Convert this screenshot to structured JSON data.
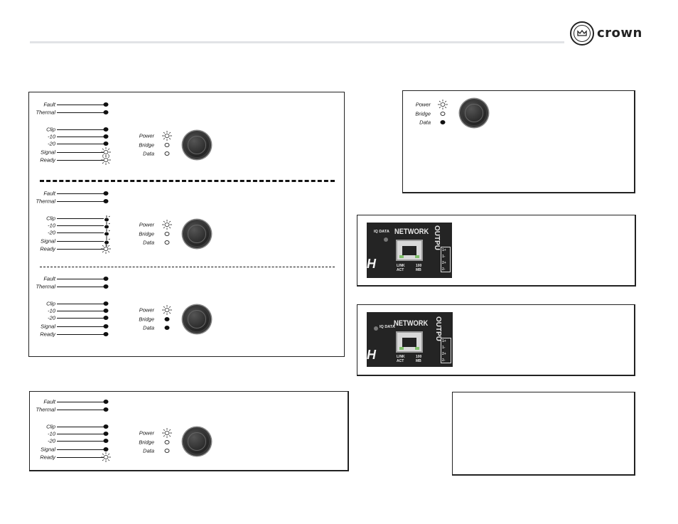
{
  "brand": {
    "name": "crown",
    "logo_icon": "crown-seal-icon"
  },
  "labels": {
    "fault": "Fault",
    "thermal": "Thermal",
    "clip": "Clip",
    "minus10": "-10",
    "minus20": "-20",
    "signal": "Signal",
    "ready": "Ready",
    "power": "Power",
    "bridge": "Bridge",
    "data": "Data"
  },
  "network_photo": {
    "iq_data": "IQ DATA",
    "network": "NETWORK",
    "link_act": "LINK ACT",
    "speed": "100 MB",
    "output": "OUTPU",
    "terminals": [
      "1+",
      "1-",
      "2+",
      "2-"
    ]
  },
  "led_states": {
    "panel_a_normal": {
      "fault": "off",
      "thermal": "off",
      "clip": "off",
      "minus10": "off",
      "minus20": "off",
      "signal": "lit",
      "ready": "lit",
      "power": "lit",
      "bridge": "open",
      "data": "open"
    },
    "panel_a_mid": {
      "fault": "off",
      "thermal": "off",
      "clip": "flicker",
      "minus10": "flicker",
      "minus20": "flicker",
      "signal": "flicker",
      "ready": "lit",
      "power": "lit",
      "bridge": "open",
      "data": "open"
    },
    "panel_a_bridge": {
      "fault": "off",
      "thermal": "off",
      "clip": "off",
      "minus10": "off",
      "minus20": "off",
      "signal": "off",
      "ready": "off",
      "power": "lit",
      "bridge": "on",
      "data": "on"
    },
    "panel_b": {
      "power": "lit",
      "bridge": "open",
      "data": "on"
    },
    "panel_c": {
      "fault": "off",
      "thermal": "off",
      "clip": "off",
      "minus10": "off",
      "minus20": "off",
      "signal": "off",
      "ready": "lit",
      "power": "lit",
      "bridge": "open",
      "data": "open"
    }
  }
}
